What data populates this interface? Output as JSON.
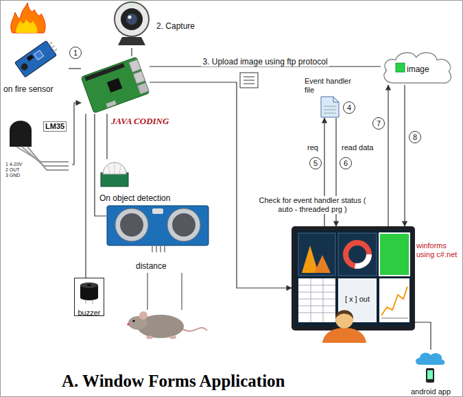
{
  "diagram": {
    "caption": "A. Window Forms Application",
    "nodes": [
      {
        "text": [
          "on fire sensor"
        ]
      },
      {
        "text": [
          "2. Capture"
        ]
      },
      {
        "text": [
          "JAVA CODING"
        ]
      },
      {
        "text": [
          "image"
        ]
      },
      {
        "text": [
          "Event handler file"
        ]
      },
      {
        "text": [
          "LM35"
        ]
      },
      {
        "text": [
          "On object detection"
        ]
      },
      {
        "text": [
          "distance"
        ]
      },
      {
        "text": [
          "buzzer"
        ]
      },
      {
        "text": [
          "winforms using c#.net",
          "[ x ] out"
        ]
      },
      {
        "text": [
          "android app"
        ]
      }
    ],
    "edges": [
      {
        "from": 0,
        "to": 2,
        "arrow": "none"
      },
      {
        "from": 1,
        "to": 2,
        "arrow": "none"
      },
      {
        "from": 5,
        "to": 2,
        "arrow": "to"
      },
      {
        "from": 6,
        "to": 2,
        "arrow": "none"
      },
      {
        "from": 7,
        "to": 2,
        "arrow": "none"
      },
      {
        "from": 2,
        "to": 8,
        "arrow": "none"
      },
      {
        "from": 2,
        "to": 3,
        "label": "3. Upload image using ftp protocol",
        "arrow": "none"
      },
      {
        "from": 2,
        "to": 9,
        "arrow": "to"
      },
      {
        "from": 9,
        "to": 4,
        "label": "req",
        "arrow": "to"
      },
      {
        "from": 4,
        "to": 9,
        "label": "read data",
        "arrow": "to"
      },
      {
        "from": 9,
        "to": 3,
        "arrow": "to"
      },
      {
        "from": 3,
        "to": 9,
        "arrow": "to"
      },
      {
        "from": 9,
        "to": 10,
        "arrow": "none"
      }
    ],
    "labels": [
      "1",
      "4",
      "5",
      "6",
      "7",
      "8",
      "1 4-20V",
      "2 OUT",
      "3 GND",
      "Check for event handler status ( auto - threaded prg )"
    ]
  }
}
